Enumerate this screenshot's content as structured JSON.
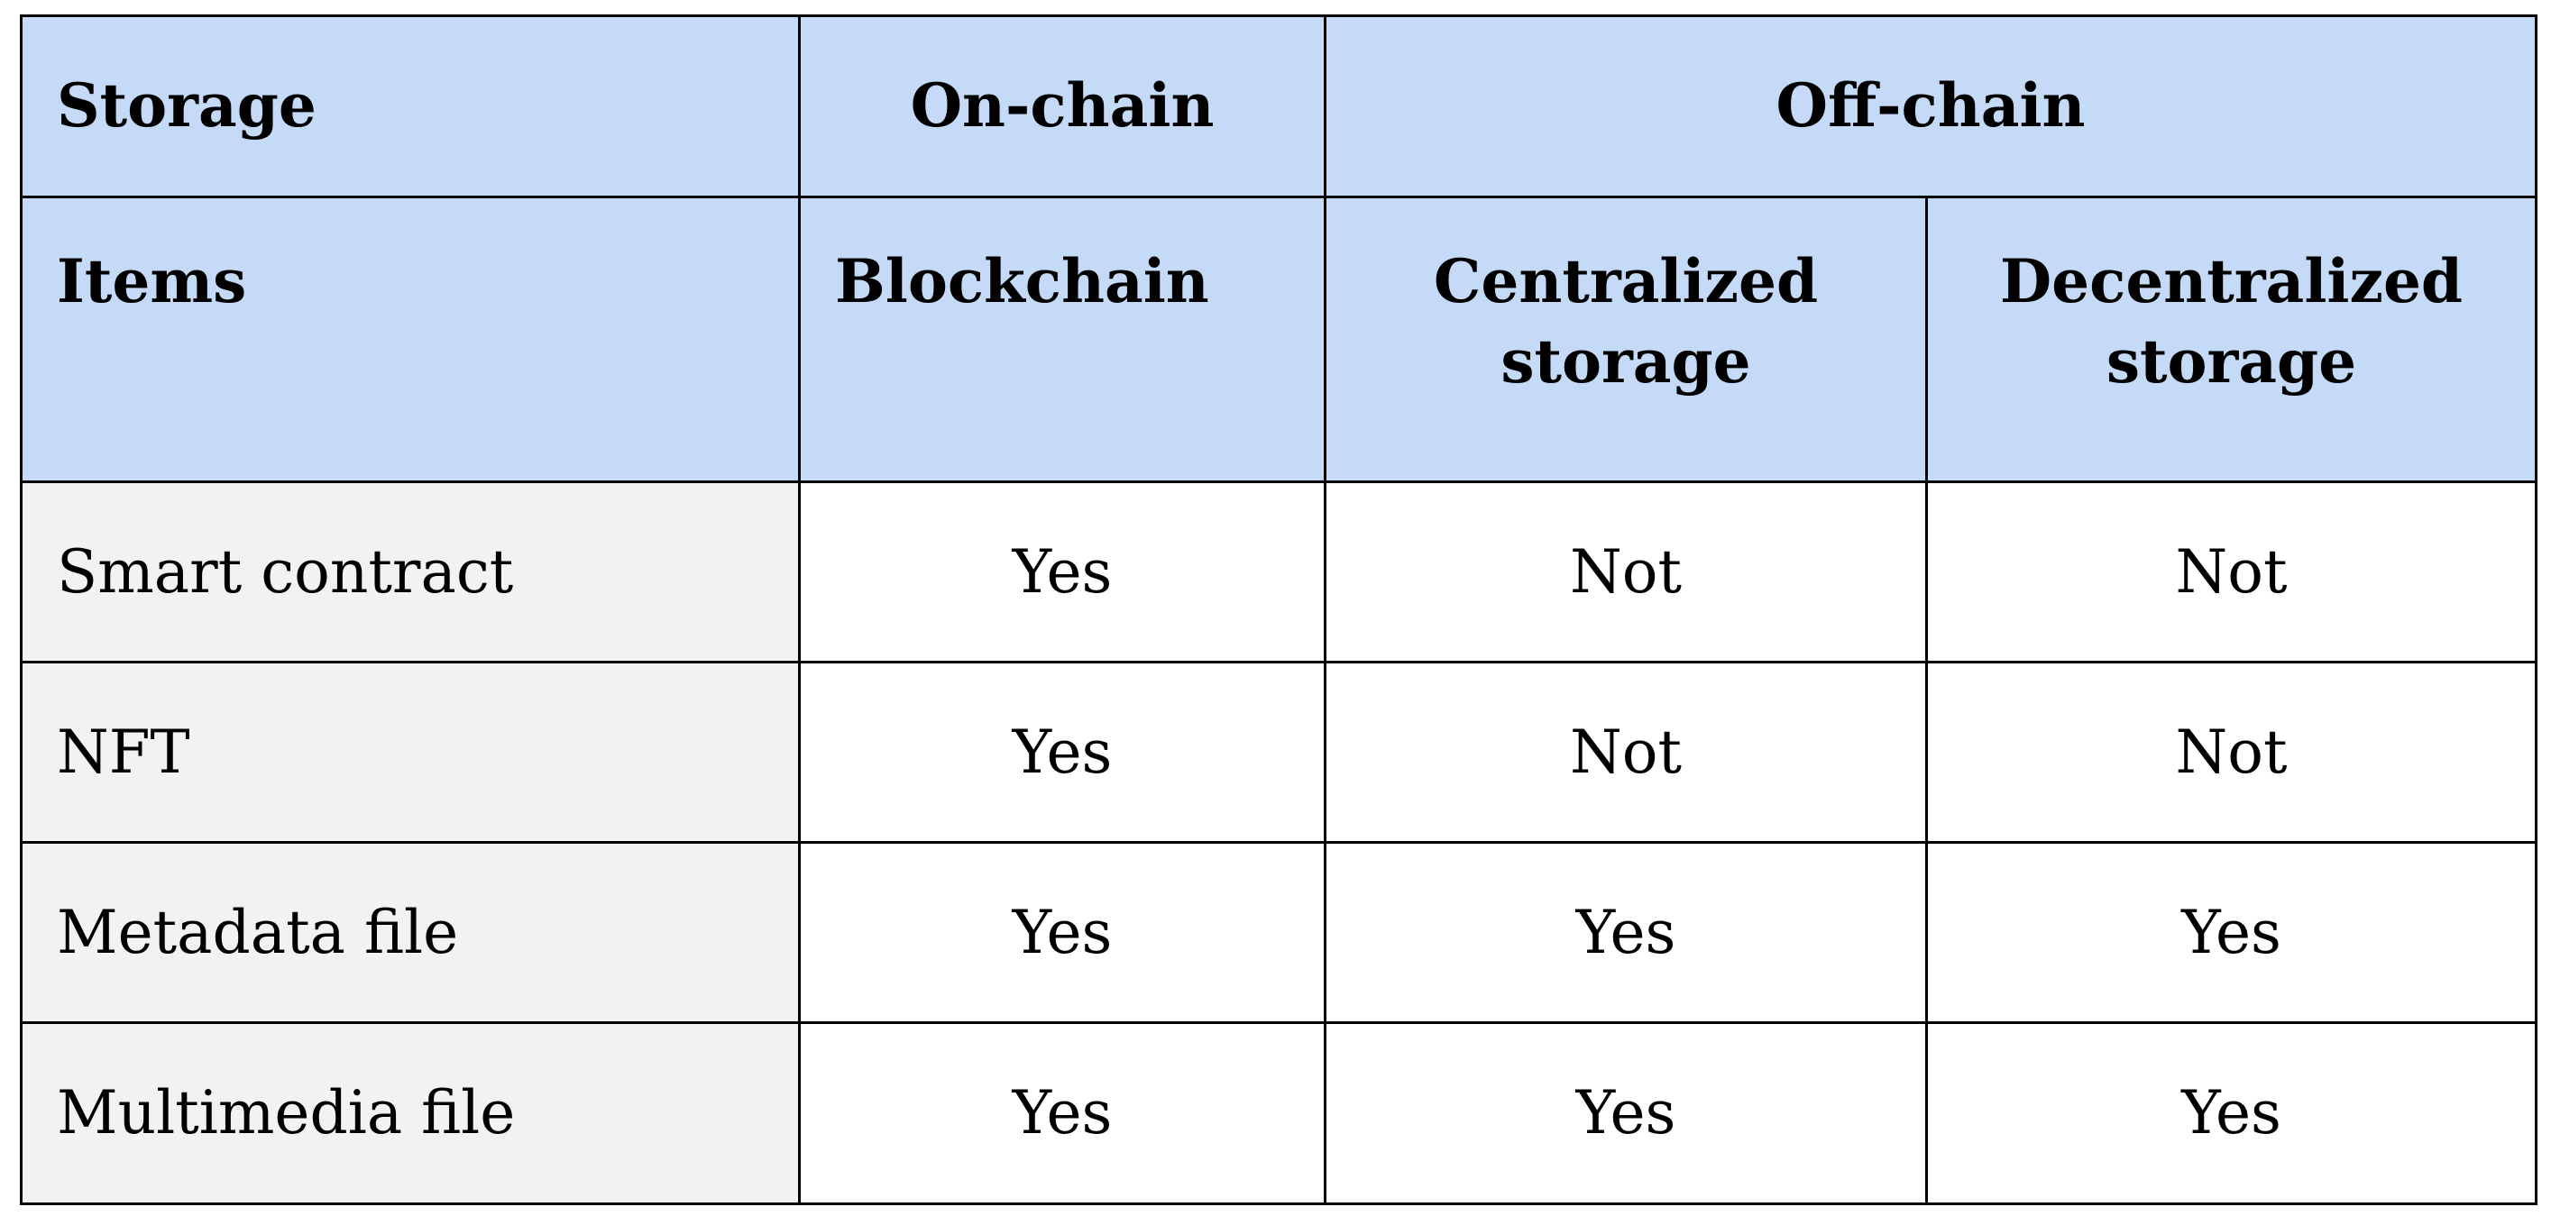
{
  "table": {
    "header_row1": {
      "storage": "Storage",
      "on_chain": "On-chain",
      "off_chain": "Off-chain"
    },
    "header_row2": {
      "items": "Items",
      "blockchain": "Blockchain",
      "centralized_line1": "Centralized",
      "centralized_line2": "storage",
      "decentralized_line1": "Decentralized",
      "decentralized_line2": "storage"
    },
    "rows": [
      {
        "item": "Smart contract",
        "blockchain": "Yes",
        "centralized": "Not",
        "decentralized": "Not"
      },
      {
        "item": "NFT",
        "blockchain": "Yes",
        "centralized": "Not",
        "decentralized": "Not"
      },
      {
        "item": "Metadata file",
        "blockchain": "Yes",
        "centralized": "Yes",
        "decentralized": "Yes"
      },
      {
        "item": "Multimedia file",
        "blockchain": "Yes",
        "centralized": "Yes",
        "decentralized": "Yes"
      }
    ]
  },
  "colors": {
    "header_bg": "#c5daf6",
    "label_bg": "#f2f2f2",
    "cell_bg": "#ffffff",
    "border": "#000000"
  }
}
